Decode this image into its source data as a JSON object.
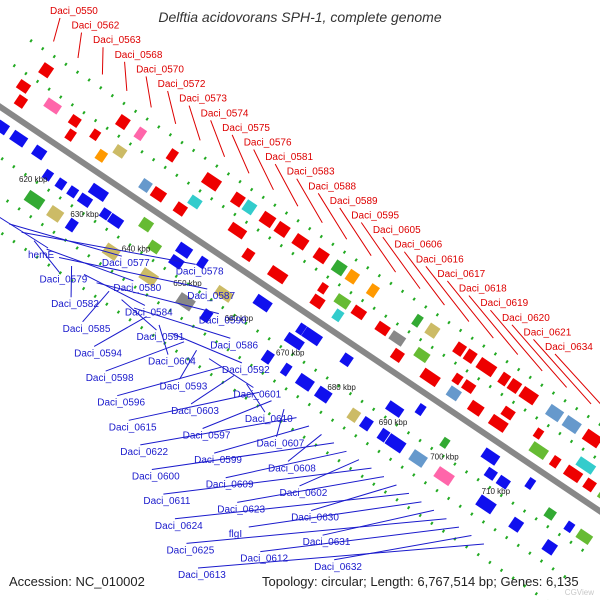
{
  "title": "Delftia acidovorans SPH-1, complete genome",
  "footer": {
    "accession": "Accession: NC_010002",
    "topology": "Topology: circular; Length: 6,767,514 bp; Genes: 6,135"
  },
  "watermark": "CGView",
  "colors": {
    "backbone": "#888888",
    "forward_gene": "#ee0000",
    "reverse_gene": "#1010ee",
    "label_forward": "#dd0000",
    "label_reverse": "#1a1acc",
    "ticks": "#22aa22"
  },
  "kbp_ticks": [
    "620 kbp",
    "630 kbp",
    "640 kbp",
    "650 kbp",
    "660 kbp",
    "670 kbp",
    "680 kbp",
    "690 kbp",
    "700 kbp",
    "710 kbp"
  ],
  "forward_labels": [
    "Daci_0550",
    "Daci_0562",
    "Daci_0563",
    "Daci_0568",
    "Daci_0570",
    "Daci_0572",
    "Daci_0573",
    "Daci_0574",
    "Daci_0575",
    "Daci_0576",
    "Daci_0581",
    "Daci_0583",
    "Daci_0588",
    "Daci_0589",
    "Daci_0595",
    "Daci_0605",
    "Daci_0606",
    "Daci_0616",
    "Daci_0617",
    "Daci_0618",
    "Daci_0619",
    "Daci_0620",
    "Daci_0621",
    "Daci_0634"
  ],
  "reverse_labels": [
    "hemE",
    "Daci_0577",
    "Daci_0578",
    "Daci_0579",
    "Daci_0580",
    "Daci_0587",
    "Daci_0582",
    "Daci_0584",
    "Daci_0590",
    "Daci_0585",
    "Daci_0591",
    "Daci_0586",
    "Daci_0594",
    "Daci_0604",
    "Daci_0592",
    "Daci_0598",
    "Daci_0593",
    "Daci_0601",
    "Daci_0596",
    "Daci_0603",
    "Daci_0610",
    "Daci_0615",
    "Daci_0597",
    "Daci_0607",
    "Daci_0622",
    "Daci_0599",
    "Daci_0608",
    "Daci_0600",
    "Daci_0609",
    "Daci_0602",
    "Daci_0611",
    "Daci_0623",
    "Daci_0630",
    "Daci_0624",
    "flgI",
    "Daci_0631",
    "Daci_0625",
    "Daci_0612",
    "Daci_0632",
    "Daci_0613"
  ]
}
